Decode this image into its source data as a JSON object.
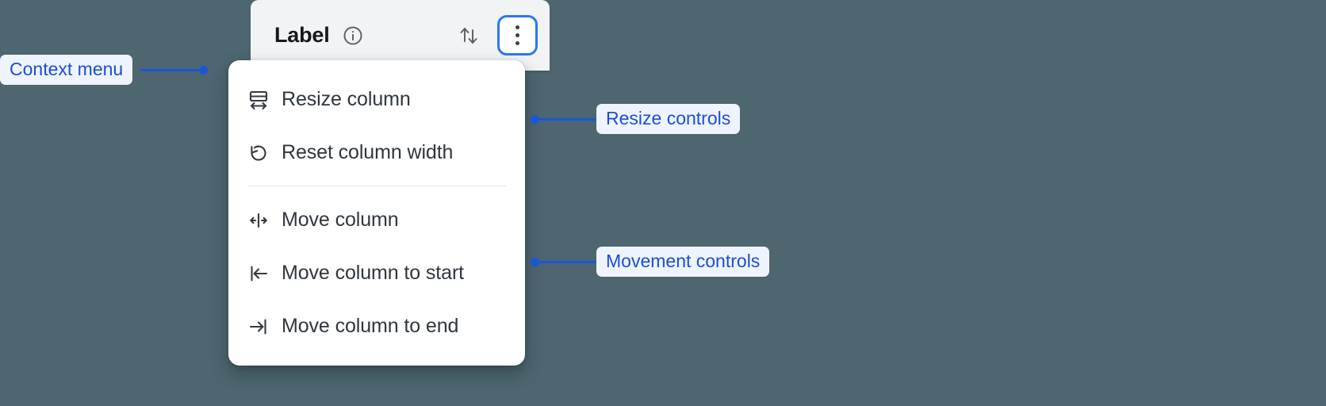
{
  "background_color": "#4d6670",
  "accent_color": "#1a56db",
  "focus_ring_color": "#2b77f5",
  "column_header": {
    "label": "Label",
    "info_icon": "info-circle-icon",
    "sort_icon": "sort-up-down-icon",
    "overflow_icon": "kebab-more-vertical-icon"
  },
  "context_menu": {
    "groups": [
      {
        "name": "resize-controls",
        "items": [
          {
            "icon": "resize-column-icon",
            "label": "Resize column"
          },
          {
            "icon": "reset-undo-icon",
            "label": "Reset column width"
          }
        ]
      },
      {
        "name": "movement-controls",
        "items": [
          {
            "icon": "move-column-icon",
            "label": "Move column"
          },
          {
            "icon": "move-to-start-icon",
            "label": "Move column to start"
          },
          {
            "icon": "move-to-end-icon",
            "label": "Move column to end"
          }
        ]
      }
    ]
  },
  "annotations": [
    {
      "id": "context-menu",
      "label": "Context menu"
    },
    {
      "id": "resize-controls",
      "label": "Resize controls"
    },
    {
      "id": "movement-controls",
      "label": "Movement controls"
    }
  ]
}
